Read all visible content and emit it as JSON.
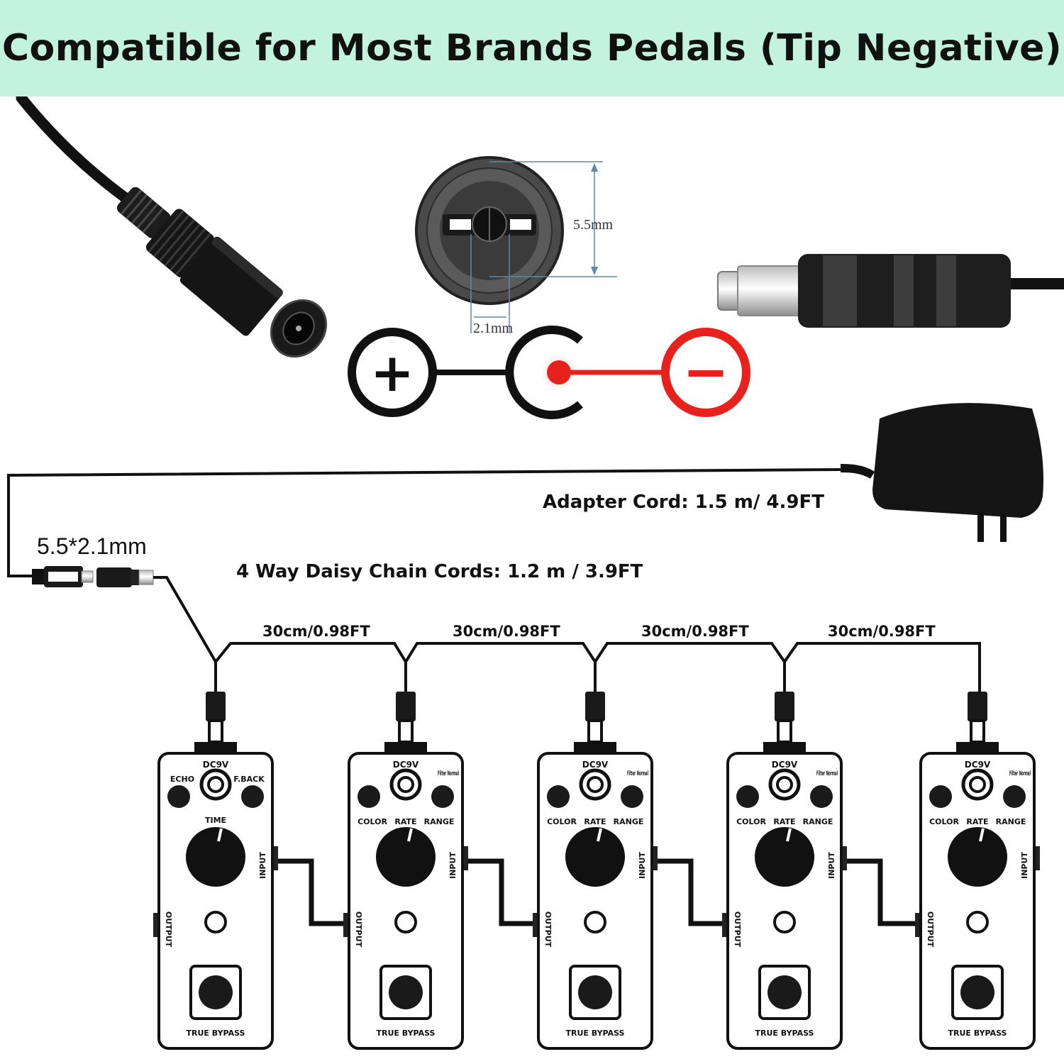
{
  "header": {
    "title": "Compatible for Most Brands Pedals (Tip Negative)"
  },
  "connector": {
    "outer_dimension": "5.5mm",
    "inner_dimension": "2.1mm"
  },
  "polarity": {
    "positive_symbol": "+",
    "negative_symbol": "−",
    "negative_color": "#e8211d"
  },
  "adapter": {
    "cord_label": "Adapter Cord: 1.5 m/ 4.9FT"
  },
  "plug": {
    "size_label": "5.5*2.1mm"
  },
  "daisy_chain": {
    "label": "4 Way Daisy Chain Cords: 1.2 m / 3.9FT",
    "segments": [
      "30cm/0.98FT",
      "30cm/0.98FT",
      "30cm/0.98FT",
      "30cm/0.98FT"
    ]
  },
  "pedals": [
    {
      "power": "DC9V",
      "left_knob": "ECHO",
      "right_knob": "F.BACK",
      "main_knob": "TIME",
      "switch_label": "",
      "input": "INPUT",
      "output": "OUTPUT",
      "footswitch": "TRUE BYPASS"
    },
    {
      "power": "DC9V",
      "left_knob": "COLOR",
      "right_knob": "RANGE",
      "main_knob": "RATE",
      "switch_label": "Filter Normal",
      "input": "INPUT",
      "output": "OUTPUT",
      "footswitch": "TRUE BYPASS"
    },
    {
      "power": "DC9V",
      "left_knob": "COLOR",
      "right_knob": "RANGE",
      "main_knob": "RATE",
      "switch_label": "Filter Normal",
      "input": "INPUT",
      "output": "OUTPUT",
      "footswitch": "TRUE BYPASS"
    },
    {
      "power": "DC9V",
      "left_knob": "COLOR",
      "right_knob": "RANGE",
      "main_knob": "RATE",
      "switch_label": "Filter Normal",
      "input": "INPUT",
      "output": "OUTPUT",
      "footswitch": "TRUE BYPASS"
    },
    {
      "power": "DC9V",
      "left_knob": "COLOR",
      "right_knob": "RANGE",
      "main_knob": "RATE",
      "switch_label": "Filter Normal",
      "input": "INPUT",
      "output": "OUTPUT",
      "footswitch": "TRUE BYPASS"
    }
  ]
}
